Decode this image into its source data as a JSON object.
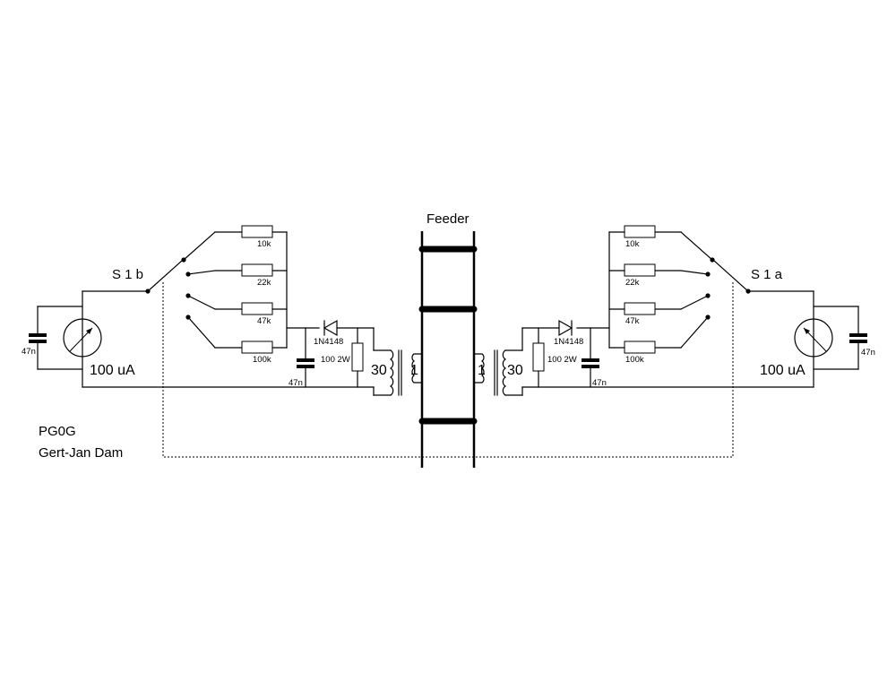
{
  "feeder": {
    "label": "Feeder"
  },
  "left": {
    "switch_label": "S 1 b",
    "resistors": [
      "10k",
      "22k",
      "47k",
      "100k"
    ],
    "meter_label": "100 uA",
    "meter_cap": "47n",
    "diode": "1N4148",
    "load_resistor": "100 2W",
    "filter_cap": "47n",
    "turns_primary": "30",
    "turns_secondary": "1"
  },
  "right": {
    "switch_label": "S 1 a",
    "resistors": [
      "10k",
      "22k",
      "47k",
      "100k"
    ],
    "meter_label": "100 uA",
    "meter_cap": "47n",
    "diode": "1N4148",
    "load_resistor": "100 2W",
    "filter_cap": "47n",
    "turns_primary": "30",
    "turns_secondary": "1"
  },
  "credits": {
    "callsign": "PG0G",
    "author": "Gert-Jan Dam"
  }
}
